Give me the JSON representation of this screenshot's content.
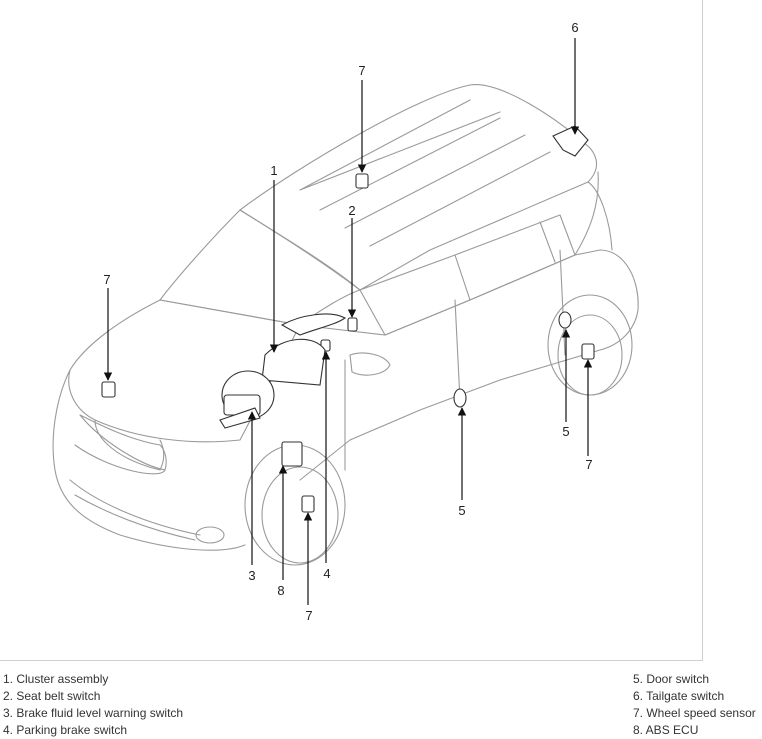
{
  "callouts": {
    "c1": "1",
    "c2": "2",
    "c3": "3",
    "c4": "4",
    "c5a": "5",
    "c5b": "5",
    "c6": "6",
    "c7_roof": "7",
    "c7_front": "7",
    "c7_rear": "7",
    "c7_wheel": "7",
    "c8": "8"
  },
  "legend": {
    "left": [
      "1. Cluster assembly",
      "2. Seat belt switch",
      "3. Brake fluid level warning switch",
      "4. Parking brake switch"
    ],
    "right": [
      "5. Door switch",
      "6. Tailgate switch",
      "7. Wheel speed sensor",
      "8. ABS ECU"
    ]
  }
}
